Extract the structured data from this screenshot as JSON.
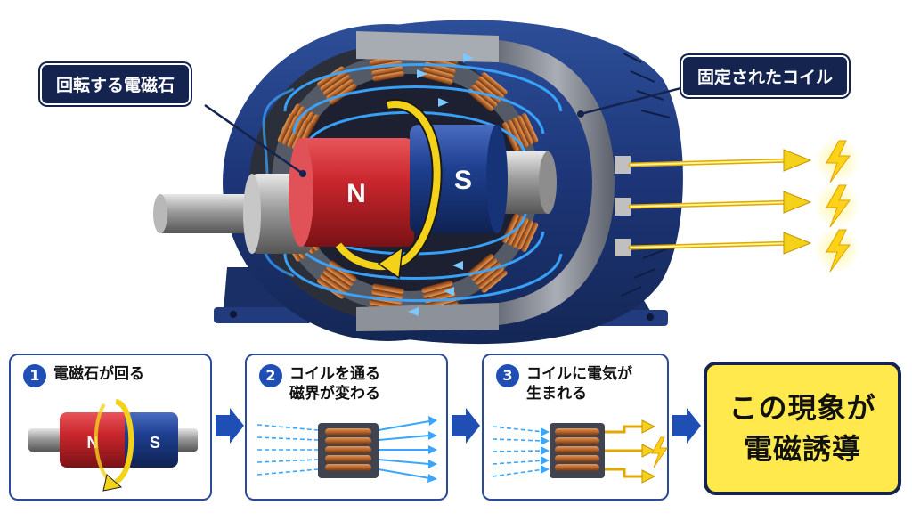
{
  "labels": {
    "rotor_callout": "回転する電磁石",
    "coil_callout": "固定されたコイル",
    "north_pole": "N",
    "south_pole": "S"
  },
  "steps": [
    {
      "number": "1",
      "lines": [
        "電磁石が回る"
      ]
    },
    {
      "number": "2",
      "lines": [
        "コイルを通る",
        "磁界が変わる"
      ]
    },
    {
      "number": "3",
      "lines": [
        "コイルに電気が",
        "生まれる"
      ]
    }
  ],
  "result": {
    "lines": [
      "この現象が",
      "電磁誘導"
    ]
  },
  "colors": {
    "navy": "#15234f",
    "housing_blue": "#1f3a78",
    "magnet_red": "#c9262d",
    "magnet_blue": "#1e3f8f",
    "field_line": "#3aa6ff",
    "copper": "#b8642a",
    "rotation_arrow": "#f4d21a",
    "result_bg": "#ffe94d"
  },
  "icons": [
    "lightning-icon",
    "rotation-arrow-icon",
    "flow-arrow-icon"
  ]
}
